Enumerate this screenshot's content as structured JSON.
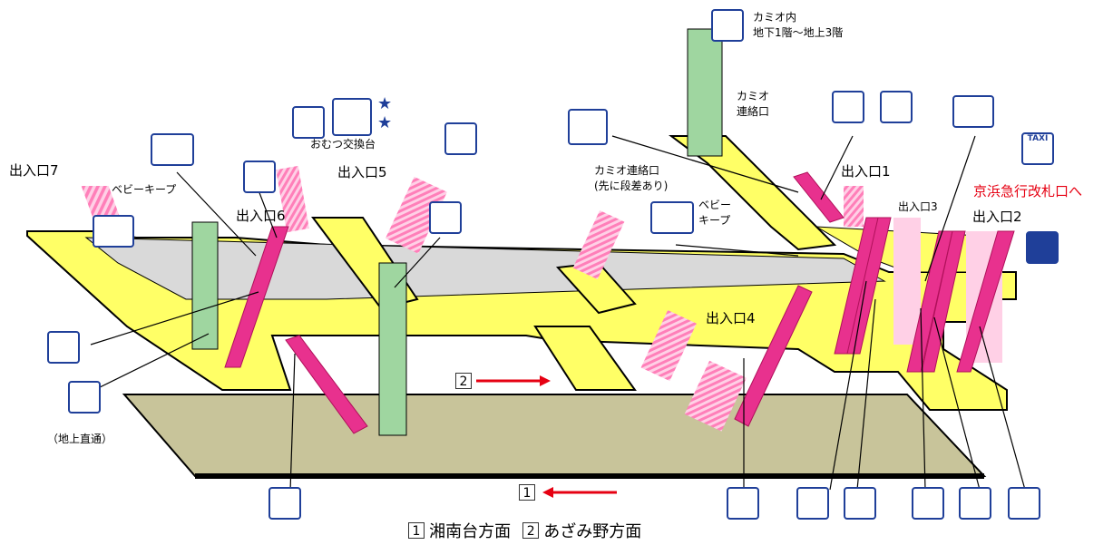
{
  "exits": {
    "exit1": "出入口1",
    "exit2": "出入口2",
    "exit3": "出入口3",
    "exit4": "出入口4",
    "exit5": "出入口5",
    "exit6": "出入口6",
    "exit7": "出入口7"
  },
  "labels": {
    "kamio_inner_line1": "カミオ内",
    "kamio_inner_line2": "地下1階～地上3階",
    "kamio_connect_top_line1": "カミオ",
    "kamio_connect_top_line2": "連絡口",
    "kamio_connect_mid_line1": "カミオ連絡口",
    "kamio_connect_mid_line2": "(先に段差あり)",
    "baby_keep_left": "ベビーキープ",
    "baby_keep_right_line1": "ベビー",
    "baby_keep_right_line2": "キープ",
    "diaper": "おむつ交換台",
    "keikyu": "京浜急行改札口へ",
    "ground_direct": "（地上直通）"
  },
  "legend": {
    "one_num": "1",
    "one_text": "湘南台方面",
    "two_num": "2",
    "two_text": "あざみ野方面"
  },
  "track_marks": {
    "upper_num": "2",
    "lower_num": "1"
  },
  "taxi": "TAXI",
  "colors": {
    "concourse_yellow": "#ffff66",
    "concourse_edge": "#000000",
    "gray_passage": "#d9d9d9",
    "platform": "#c8c49a",
    "elevator_green": "#9fd6a0",
    "escalator_pink": "#e8318e",
    "stair_pink": "#ff9cc8",
    "icon_blue": "#1f3f99",
    "red_text": "#e60012"
  }
}
